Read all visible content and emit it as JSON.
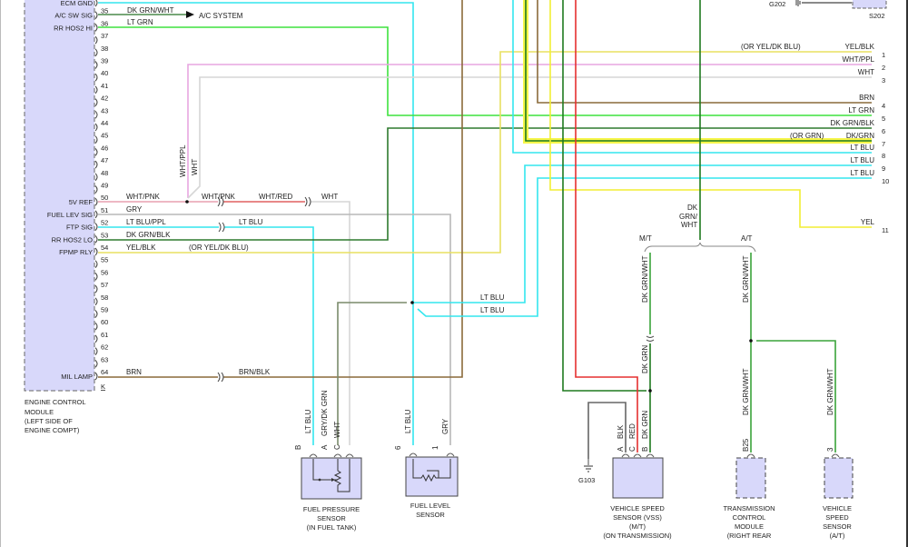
{
  "ecm": {
    "name_lines": [
      "ENGINE CONTROL",
      "MODULE",
      "(LEFT SIDE OF",
      "ENGINE COMPT)"
    ],
    "connector_label": "K",
    "pins": [
      {
        "num": "",
        "label": "ECM GND"
      },
      {
        "num": "35",
        "label": "A/C SW SIG"
      },
      {
        "num": "36",
        "label": "RR HOS2 HI"
      },
      {
        "num": "37",
        "label": ""
      },
      {
        "num": "38",
        "label": ""
      },
      {
        "num": "39",
        "label": ""
      },
      {
        "num": "40",
        "label": ""
      },
      {
        "num": "41",
        "label": ""
      },
      {
        "num": "42",
        "label": ""
      },
      {
        "num": "43",
        "label": ""
      },
      {
        "num": "44",
        "label": ""
      },
      {
        "num": "45",
        "label": ""
      },
      {
        "num": "46",
        "label": ""
      },
      {
        "num": "47",
        "label": ""
      },
      {
        "num": "48",
        "label": ""
      },
      {
        "num": "49",
        "label": ""
      },
      {
        "num": "50",
        "label": "5V REF"
      },
      {
        "num": "51",
        "label": "FUEL LEV SIG"
      },
      {
        "num": "52",
        "label": "FTP SIG"
      },
      {
        "num": "53",
        "label": "RR HOS2 LO"
      },
      {
        "num": "54",
        "label": "FPMP RLY"
      },
      {
        "num": "55",
        "label": ""
      },
      {
        "num": "56",
        "label": ""
      },
      {
        "num": "57",
        "label": ""
      },
      {
        "num": "58",
        "label": ""
      },
      {
        "num": "59",
        "label": ""
      },
      {
        "num": "60",
        "label": ""
      },
      {
        "num": "61",
        "label": ""
      },
      {
        "num": "62",
        "label": ""
      },
      {
        "num": "63",
        "label": ""
      },
      {
        "num": "64",
        "label": "MIL LAMP"
      }
    ]
  },
  "wire_labels": {
    "p35": "DK GRN/WHT",
    "ac_system": "A/C SYSTEM",
    "p36": "LT GRN",
    "p50": "WHT/PNK",
    "p50b": "WHT/PNK",
    "p50c": "WHT/RED",
    "p50d": "WHT",
    "p51": "GRY",
    "p52": "LT BLU/PPL",
    "p52b": "LT BLU",
    "p53": "DK GRN/BLK",
    "p54": "YEL/BLK",
    "p54alt": "(OR YEL/DK BLU)",
    "p64": "BRN",
    "p64b": "BRN/BLK",
    "v_whtppl": "WHT/PPL",
    "v_wht": "WHT",
    "ltblu_a": "LT BLU",
    "ltblu_b": "LT BLU",
    "fps_b": "LT BLU",
    "fps_a": "GRY/DK GRN",
    "fps_c": "WHT",
    "fls_6": "LT BLU",
    "fls_1": "GRY",
    "dk_grn_wht_1": "DK",
    "dk_grn_wht_2": "GRN/",
    "dk_grn_wht_3": "WHT",
    "mt": "M/T",
    "at": "A/T",
    "mt_wire": "DK GRN/WHT",
    "at_wire": "DK GRN/WHT",
    "mt_wire2": "DK GRN",
    "vss_blk": "BLK",
    "vss_red": "RED",
    "vss_dkgrn": "DK GRN",
    "tcm_wire": "DK GRN/WHT",
    "vssat_wire": "DK GRN/WHT"
  },
  "right_connector": {
    "pins": [
      {
        "num": "1",
        "label": "YEL/BLK",
        "alt": "(OR YEL/DK BLU)"
      },
      {
        "num": "2",
        "label": "WHT/PPL",
        "alt": ""
      },
      {
        "num": "3",
        "label": "WHT",
        "alt": ""
      },
      {
        "num": "4",
        "label": "BRN",
        "alt": ""
      },
      {
        "num": "5",
        "label": "LT GRN",
        "alt": ""
      },
      {
        "num": "6",
        "label": "DK GRN/BLK",
        "alt": ""
      },
      {
        "num": "7",
        "label": "DK/GRN",
        "alt": "(OR GRN)"
      },
      {
        "num": "8",
        "label": "LT BLU",
        "alt": ""
      },
      {
        "num": "9",
        "label": "LT BLU",
        "alt": ""
      },
      {
        "num": "10",
        "label": "LT BLU",
        "alt": ""
      },
      {
        "num": "11",
        "label": "YEL",
        "alt": ""
      }
    ]
  },
  "ground_top": "G202",
  "splice_top": "S202",
  "ground_bottom": "G103",
  "components": {
    "fps": {
      "pins": [
        "B",
        "A",
        "C"
      ],
      "name_lines": [
        "FUEL PRESSURE",
        "SENSOR",
        "(IN FUEL TANK)"
      ]
    },
    "fls": {
      "pins": [
        "6",
        "1"
      ],
      "name_lines": [
        "FUEL LEVEL",
        "SENSOR"
      ]
    },
    "vss_mt": {
      "pins": [
        "A",
        "C",
        "B"
      ],
      "name_lines": [
        "VEHICLE SPEED",
        "SENSOR (VSS)",
        "(M/T)",
        "(ON TRANSMISSION)"
      ]
    },
    "tcm": {
      "pins": [
        "B25"
      ],
      "name_lines": [
        "TRANSMISSION",
        "CONTROL",
        "MODULE",
        "(RIGHT REAR"
      ]
    },
    "vss_at": {
      "pins": [
        "3"
      ],
      "name_lines": [
        "VEHICLE",
        "SPEED",
        "SENSOR",
        "(A/T)"
      ]
    }
  },
  "colors": {
    "ltblu": "#33e6ee",
    "ltgrn": "#3ee23e",
    "dkgrn": "#1f7a1f",
    "dkgrnwht": "#3aa33a",
    "yel": "#f2ee33",
    "yelhl": "#f6f64a",
    "brn": "#8a6a3a",
    "pink": "#e7a6e0",
    "wht": "#d6d6d6",
    "gry": "#b8b8b8",
    "red": "#e53030",
    "module_fill": "#d8d8fa"
  }
}
